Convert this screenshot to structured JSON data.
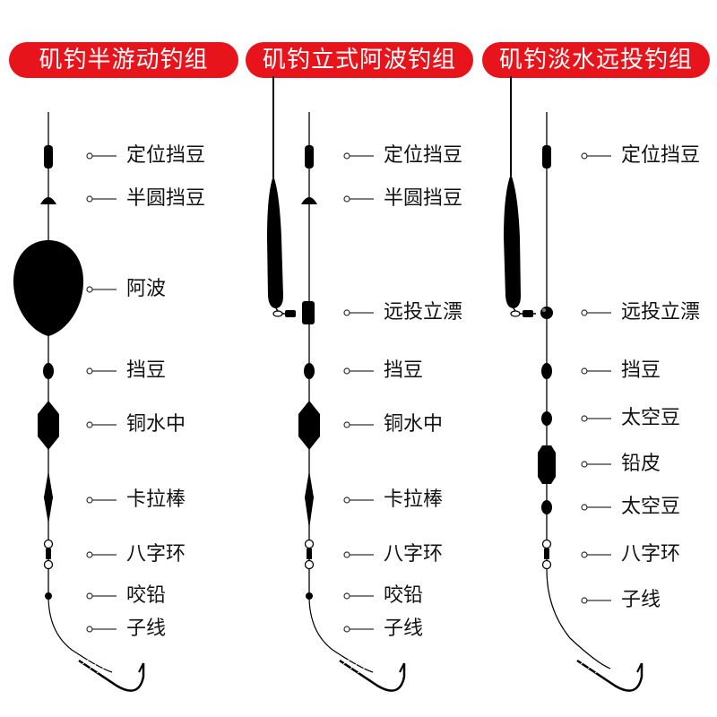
{
  "columns": [
    {
      "title": "矶钓半游动钓组",
      "labels": [
        "定位挡豆",
        "半圆挡豆",
        "阿波",
        "挡豆",
        "铜水中",
        "卡拉棒",
        "八字环",
        "咬铅",
        "子线"
      ]
    },
    {
      "title": "矶钓立式阿波钓组",
      "labels": [
        "定位挡豆",
        "半圆挡豆",
        "远投立漂",
        "挡豆",
        "铜水中",
        "卡拉棒",
        "八字环",
        "咬铅",
        "子线"
      ]
    },
    {
      "title": "矶钓淡水远投钓组",
      "labels": [
        "定位挡豆",
        "远投立漂",
        "挡豆",
        "太空豆",
        "铅皮",
        "太空豆",
        "八字环",
        "子线"
      ]
    }
  ],
  "colors": {
    "title_bg": "#e8141c",
    "title_text": "#ffffff",
    "rig": "#000000"
  }
}
